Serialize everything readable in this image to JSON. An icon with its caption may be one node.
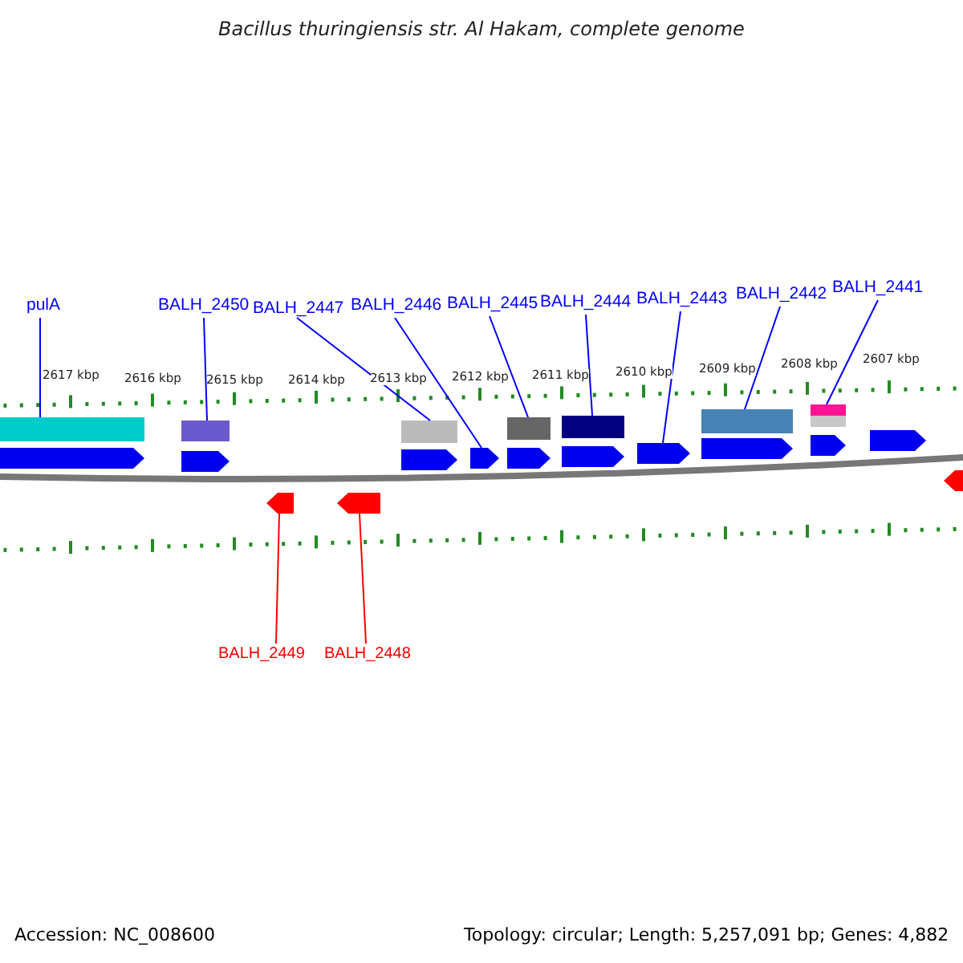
{
  "diagram": {
    "title": "Bacillus thuringiensis str. Al Hakam, complete genome",
    "nodes": [
      {
        "text": [
          "pulA"
        ]
      },
      {
        "text": [
          "BALH_2450"
        ]
      },
      {
        "text": [
          "BALH_2447"
        ]
      },
      {
        "text": [
          "BALH_2446"
        ]
      },
      {
        "text": [
          "BALH_2445"
        ]
      },
      {
        "text": [
          "BALH_2444"
        ]
      },
      {
        "text": [
          "BALH_2443"
        ]
      },
      {
        "text": [
          "BALH_2442"
        ]
      },
      {
        "text": [
          "BALH_2441"
        ]
      },
      {
        "text": [
          "BALH_2449"
        ]
      },
      {
        "text": [
          "BALH_2448"
        ]
      },
      {
        "text": [],
        "shape": "bar"
      },
      {
        "text": [],
        "shape": "bar"
      },
      {
        "text": [],
        "shape": "bar"
      },
      {
        "text": [],
        "shape": "bar"
      },
      {
        "text": [],
        "shape": "bar"
      },
      {
        "text": [],
        "shape": "bar"
      },
      {
        "text": [],
        "shape": "bar"
      },
      {
        "text": [],
        "shape": "bar"
      },
      {
        "text": [],
        "shape": "bar"
      },
      {
        "text": [],
        "shape": "bar"
      },
      {
        "text": [],
        "shape": "bar"
      },
      {
        "text": [],
        "shape": "bar"
      },
      {
        "text": [],
        "shape": "bar"
      }
    ],
    "edges": [
      {
        "from": 0,
        "to": 11,
        "arrow": "none"
      },
      {
        "from": 1,
        "to": 12,
        "arrow": "none"
      },
      {
        "from": 2,
        "to": 13,
        "arrow": "none"
      },
      {
        "from": 3,
        "to": 14,
        "arrow": "none"
      },
      {
        "from": 4,
        "to": 15,
        "arrow": "none"
      },
      {
        "from": 5,
        "to": 16,
        "arrow": "none"
      },
      {
        "from": 6,
        "to": 17,
        "arrow": "none"
      },
      {
        "from": 7,
        "to": 18,
        "arrow": "none"
      },
      {
        "from": 8,
        "to": 19,
        "arrow": "none"
      },
      {
        "from": 9,
        "to": 21,
        "arrow": "none",
        "color": "#ff0000"
      },
      {
        "from": 10,
        "to": 22,
        "arrow": "none",
        "color": "#ff0000"
      }
    ],
    "labels": [
      "2617 kbp",
      "2616 kbp",
      "2615 kbp",
      "2614 kbp",
      "2613 kbp",
      "2612 kbp",
      "2611 kbp",
      "2610 kbp",
      "2609 kbp",
      "2608 kbp",
      "2607 kbp",
      "Accession: NC_008600",
      "Topology: circular; Length: 5,257,091 bp; Genes: 4,882"
    ]
  }
}
